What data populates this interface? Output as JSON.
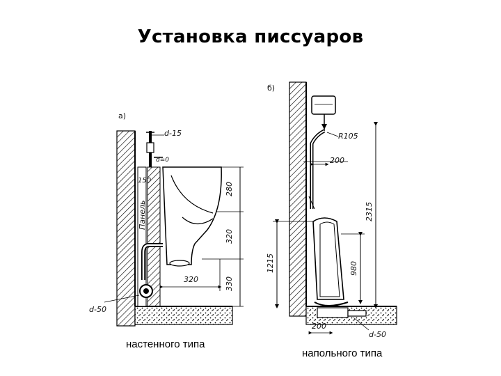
{
  "title": "Установка писсуаров",
  "captions": {
    "left": "настенного типа",
    "right": "напольного типа"
  },
  "diagram_a": {
    "label": "а)",
    "d": "d-15",
    "d_small": "d=0",
    "dim_150": "150",
    "panel": "Панель",
    "dim_280": "280",
    "dim_320_v": "320",
    "dim_320_h": "320",
    "dim_330": "330",
    "d50": "d-50"
  },
  "diagram_b": {
    "label": "б)",
    "r105": "R105",
    "dim_200_top": "200",
    "dim_2315": "2315",
    "dim_1215": "1215",
    "dim_980": "980",
    "dim_200_bottom": "200",
    "d50": "d-50"
  }
}
